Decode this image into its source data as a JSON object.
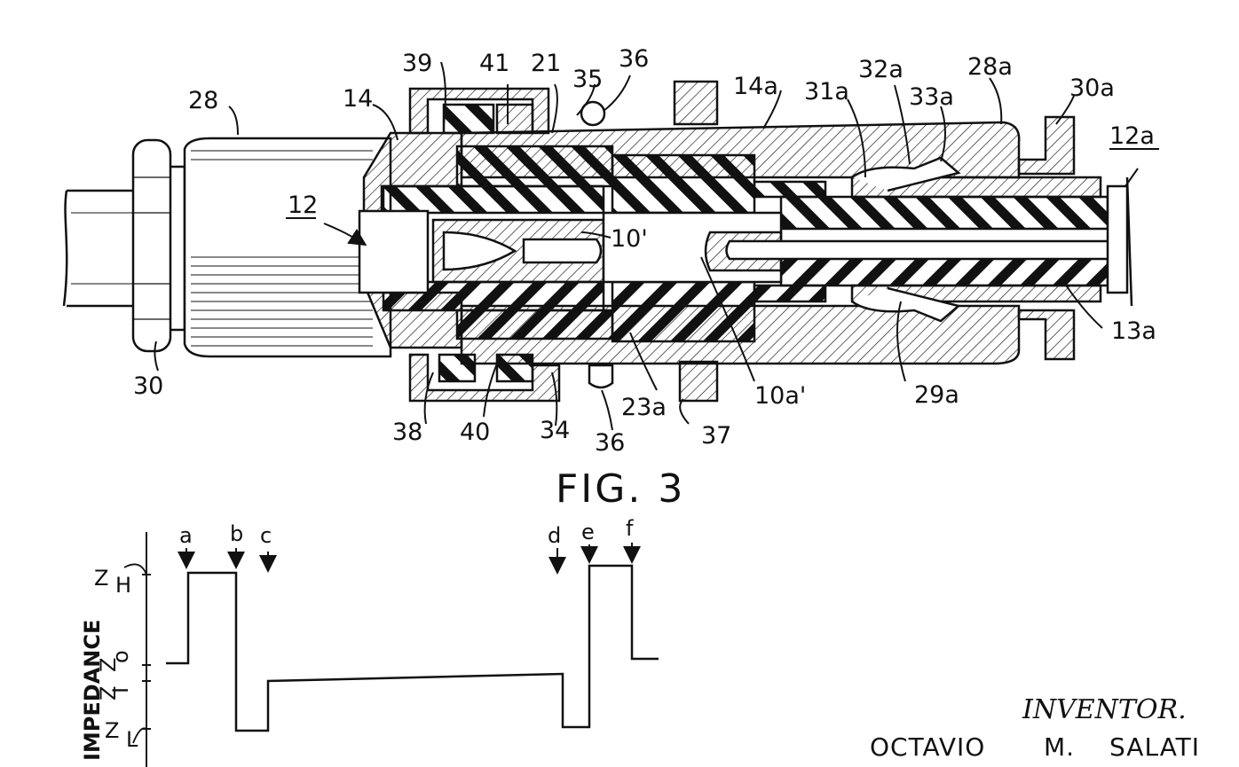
{
  "figure": {
    "title": "FIG. 3",
    "part_labels": {
      "p28": "28",
      "p14": "14",
      "p39": "39",
      "p41": "41",
      "p21": "21",
      "p35": "35",
      "p36_top": "36",
      "p14a": "14a",
      "p31a": "31a",
      "p32a": "32a",
      "p33a": "33a",
      "p28a": "28a",
      "p30a": "30a",
      "p12a": "12a",
      "p12": "12",
      "p10p": "10'",
      "p13a": "13a",
      "p30": "30",
      "p38": "38",
      "p40": "40",
      "p34": "34",
      "p36_bottom": "36",
      "p23a": "23a",
      "p37": "37",
      "p10ap": "10a'",
      "p29a": "29a"
    }
  },
  "impedance_plot": {
    "axis_label": "IMPEDANCE",
    "levels": {
      "zh": "Z",
      "zh_sub": "H",
      "z0": "Z",
      "z0_sub": "o",
      "z1": "Z",
      "z1_sub": "I",
      "zl": "Z",
      "zl_sub": "L"
    },
    "markers": [
      "a",
      "b",
      "c",
      "d",
      "e",
      "f"
    ]
  },
  "inventor": {
    "heading": "INVENTOR.",
    "first": "OCTAVIO",
    "middle": "M.",
    "last": "SALATI"
  },
  "colors": {
    "ink": "#111111",
    "paper": "#ffffff"
  }
}
